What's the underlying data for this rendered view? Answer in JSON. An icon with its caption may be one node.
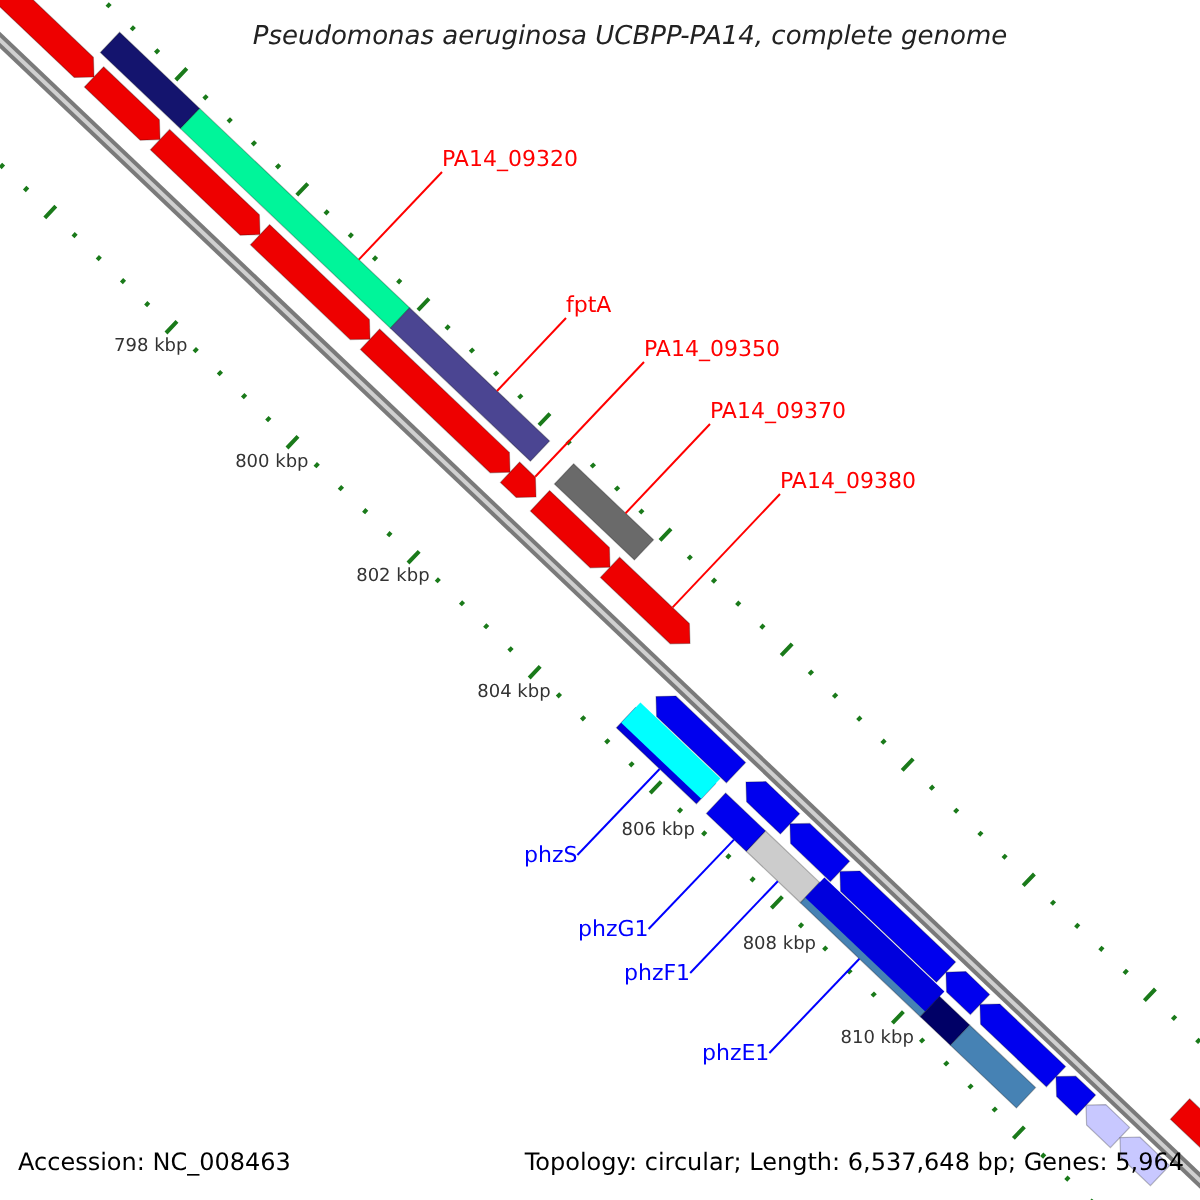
{
  "diagram": {
    "title": "Pseudomonas aeruginosa UCBPP-PA14, complete genome",
    "nodes": [
      {
        "text": [
          "PA14_09320"
        ]
      },
      {
        "text": [
          "fptA"
        ]
      },
      {
        "text": [
          "PA14_09350"
        ]
      },
      {
        "text": [
          "PA14_09370"
        ]
      },
      {
        "text": [
          "PA14_09380"
        ]
      },
      {
        "text": [
          "phzS"
        ]
      },
      {
        "text": [
          "phzG1"
        ]
      },
      {
        "text": [
          "phzF1"
        ]
      },
      {
        "text": [
          "phzE1"
        ]
      },
      {
        "text": [],
        "shape": "arrow"
      },
      {
        "text": [],
        "shape": "bar"
      },
      {
        "text": [],
        "shape": "arrow"
      },
      {
        "text": [],
        "shape": "arrow"
      },
      {
        "text": [],
        "shape": "bar"
      },
      {
        "text": [],
        "shape": "arrow"
      },
      {
        "text": [],
        "shape": "arrow"
      },
      {
        "text": [],
        "shape": "bar"
      },
      {
        "text": [],
        "shape": "arrow"
      },
      {
        "text": [],
        "shape": "arrow"
      },
      {
        "text": [],
        "shape": "bar"
      },
      {
        "text": [],
        "shape": "arrow"
      },
      {
        "text": [],
        "shape": "bar"
      },
      {
        "text": [],
        "shape": "arrow"
      },
      {
        "text": [],
        "shape": "bar"
      },
      {
        "text": [],
        "shape": "arrow"
      },
      {
        "text": [],
        "shape": "bar"
      },
      {
        "text": [],
        "shape": "arrow"
      },
      {
        "text": [],
        "shape": "bar"
      },
      {
        "text": [],
        "shape": "arrow"
      },
      {
        "text": [],
        "shape": "bar"
      },
      {
        "text": [],
        "shape": "arrow"
      },
      {
        "text": [],
        "shape": "bar"
      },
      {
        "text": [],
        "shape": "arrow"
      },
      {
        "text": [],
        "shape": "arrow"
      },
      {
        "text": [],
        "shape": "arrow"
      },
      {
        "text": [],
        "shape": "arrow"
      },
      {
        "text": [],
        "shape": "arrow"
      }
    ],
    "edges": [
      {
        "from": 0,
        "to": 13,
        "arrow": "none"
      },
      {
        "from": 1,
        "to": 16,
        "arrow": "none"
      },
      {
        "from": 2,
        "to": 17,
        "arrow": "none"
      },
      {
        "from": 3,
        "to": 19,
        "arrow": "none"
      },
      {
        "from": 4,
        "to": 20,
        "arrow": "none"
      },
      {
        "from": 5,
        "to": 21,
        "arrow": "none",
        "color": "#0000ff"
      },
      {
        "from": 6,
        "to": 23,
        "arrow": "none",
        "color": "#0000ff"
      },
      {
        "from": 7,
        "to": 25,
        "arrow": "none",
        "color": "#0000ff"
      },
      {
        "from": 8,
        "to": 27,
        "arrow": "none",
        "color": "#0000ff"
      }
    ],
    "labels": [
      "798 kbp",
      "800 kbp",
      "802 kbp",
      "804 kbp",
      "806 kbp",
      "808 kbp",
      "810 kbp",
      "Accession: NC_008463",
      "Topology: circular; Length: 6,537,648 bp; Genes: 5,964"
    ]
  }
}
